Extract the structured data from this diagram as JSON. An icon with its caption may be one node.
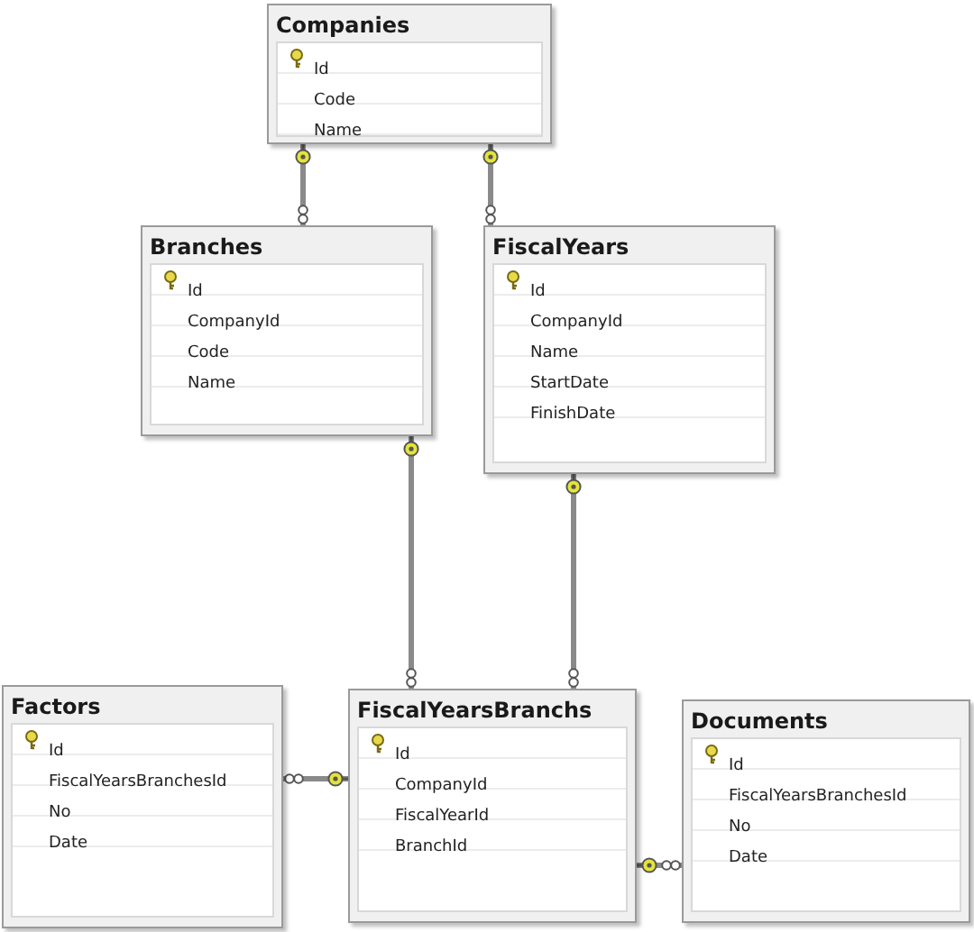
{
  "diagram": {
    "nodes": [
      {
        "text": [
          "Companies",
          "Id",
          "Code",
          "Name"
        ]
      },
      {
        "text": [
          "Branches",
          "Id",
          "CompanyId",
          "Code",
          "Name"
        ]
      },
      {
        "text": [
          "FiscalYears",
          "Id",
          "CompanyId",
          "Name",
          "StartDate",
          "FinishDate"
        ]
      },
      {
        "text": [
          "Factors",
          "Id",
          "FiscalYearsBranchesId",
          "No",
          "Date"
        ]
      },
      {
        "text": [
          "FiscalYearsBranchs",
          "Id",
          "CompanyId",
          "FiscalYearId",
          "BranchId"
        ]
      },
      {
        "text": [
          "Documents",
          "Id",
          "FiscalYearsBranchesId",
          "No",
          "Date"
        ]
      }
    ],
    "edges": [
      {
        "from": 0,
        "to": 1,
        "arrow": "other"
      },
      {
        "from": 0,
        "to": 2,
        "arrow": "other"
      },
      {
        "from": 1,
        "to": 4,
        "arrow": "other"
      },
      {
        "from": 2,
        "to": 4,
        "arrow": "other"
      },
      {
        "from": 4,
        "to": 3,
        "arrow": "other"
      },
      {
        "from": 4,
        "to": 5,
        "arrow": "other"
      }
    ]
  }
}
